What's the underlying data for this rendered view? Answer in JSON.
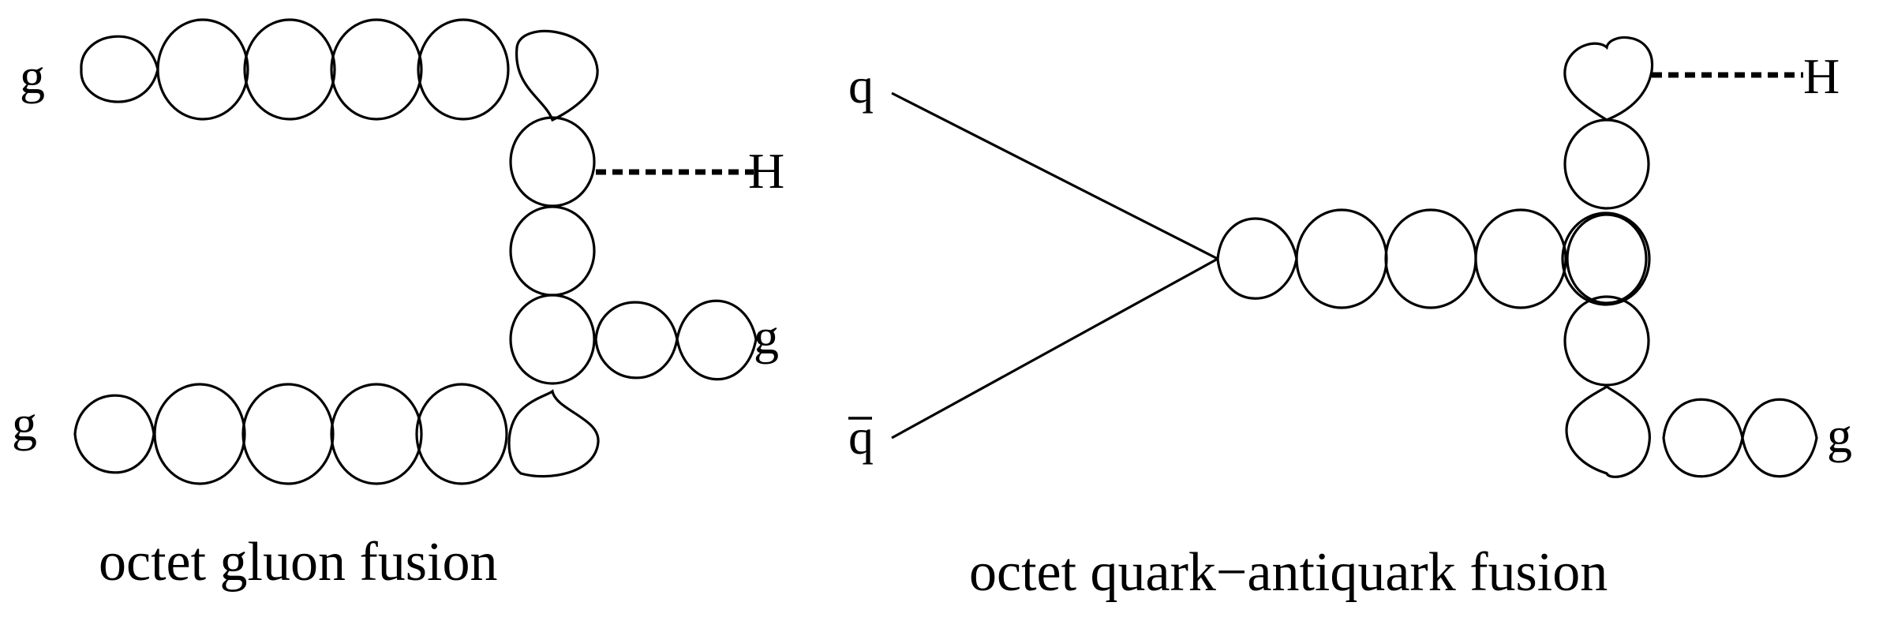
{
  "diagrams": [
    {
      "caption": "octet gluon fusion",
      "particles": {
        "gluon_in_top": "g",
        "gluon_in_bottom": "g",
        "higgs_out": "H",
        "gluon_out": "g"
      }
    },
    {
      "caption": "octet quark−antiquark fusion",
      "particles": {
        "quark_in": "q",
        "antiquark_in": "q",
        "higgs_out": "H",
        "gluon_out": "g"
      }
    }
  ],
  "colors": {
    "line": "#000000",
    "background": "#ffffff"
  }
}
